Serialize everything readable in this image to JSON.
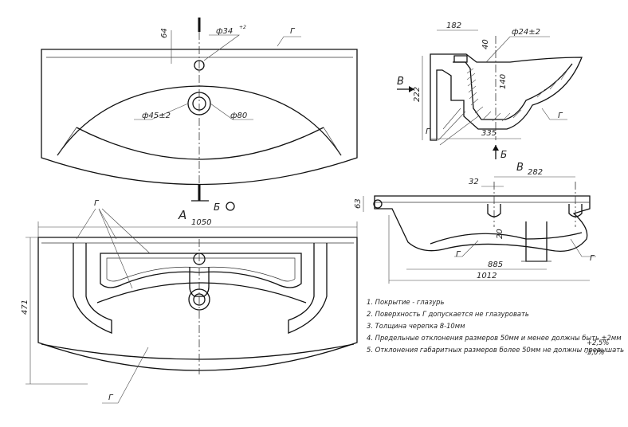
{
  "dims": {
    "d64": "64",
    "d34": "ф34",
    "d34_tol": "+2",
    "d45": "ф45±2",
    "d80": "ф80",
    "d182": "182",
    "d40": "40",
    "d24": "ф24±2",
    "d222": "222",
    "d140": "140",
    "d335": "335",
    "d1050": "1050",
    "d471": "471",
    "d32": "32",
    "d282": "282",
    "d63": "63",
    "d20": "20",
    "d885": "885",
    "d1012": "1012"
  },
  "labels": {
    "g": "Г",
    "a": "А",
    "b": "Б",
    "v": "В",
    "b_view": "Б"
  },
  "notes": [
    "1. Покрытие - глазурь",
    "2. Поверхность Г допускается не глазуровать",
    "3. Толщина черепка 8-10мм",
    "4. Предельные отклонения размеров 50мм и менее должны быть ±2мм",
    "5. Отклонения габаритных размеров более 50мм не должны превышать"
  ],
  "tolerance": {
    "plus": "+2,5%",
    "minus": "-3,0%"
  }
}
